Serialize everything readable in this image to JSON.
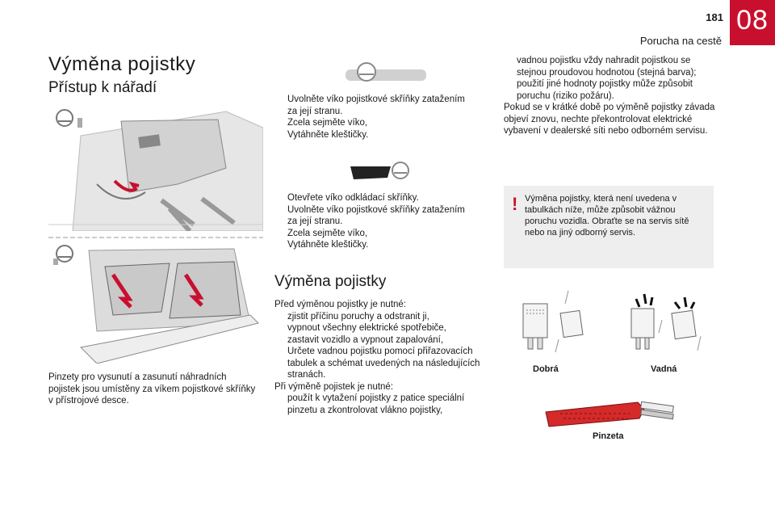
{
  "header": {
    "chapter_number": "08",
    "page_number": "181",
    "chapter_title": "Porucha na cestě"
  },
  "title": "Výměna pojistky",
  "section_access": "Přístup k nářadí",
  "section_replace": "Výměna pojistky",
  "left_caption": [
    "Pinzety pro vysunutí a zasunutí náhradních",
    "pojistek jsou umístěny za víkem pojistkové skříňky",
    "v přístrojové desce."
  ],
  "mid_block1": [
    "Uvolněte víko pojistkové skříňky zatažením za její stranu.",
    "Zcela sejměte víko,",
    "Vytáhněte kleštičky."
  ],
  "mid_block2": [
    "Otevřete víko odkládací skříňky.",
    "Uvolněte víko pojistkové skříňky zatažením za její stranu.",
    "Zcela sejměte víko,",
    "Vytáhněte kleštičky."
  ],
  "before_intro": "Před výměnou pojistky je nutné:",
  "before_items": [
    "zjistit příčinu poruchy a odstranit ji,",
    "vypnout všechny elektrické spotřebiče,",
    "zastavit vozidlo a vypnout zapalování,",
    "Určete vadnou pojistku pomocí přiřazovacích tabulek a schémat uvedených na následujících stranách."
  ],
  "during_intro": "Při výměně pojistek je nutné:",
  "during_items": [
    "použít k vytažení pojistky z patice speciální pinzetu a zkontrolovat vlákno pojistky,",
    "vadnou pojistku vždy nahradit pojistkou se stejnou proudovou hodnotou (stejná barva); použití jiné hodnoty pojistky může způsobit poruchu (riziko požáru)."
  ],
  "right_para": "Pokud se v krátké době po výměně pojistky závada objeví znovu, nechte překontrolovat elektrické vybavení v dealerské síti nebo odborném servisu.",
  "warning": {
    "mark": "!",
    "text": "Výměna pojistky, která není uvedena v tabulkách níže, může způsobit vážnou poruchu vozidla. Obraťte se na servis sítě nebo na jiný odborný servis."
  },
  "fuse_good": "Dobrá",
  "fuse_bad": "Vadná",
  "tweezers": "Pinzeta",
  "bullet": "",
  "colors": {
    "accent": "#c8102e",
    "warning_bg": "#eeeeee",
    "tweezers_red": "#d42a2a"
  }
}
